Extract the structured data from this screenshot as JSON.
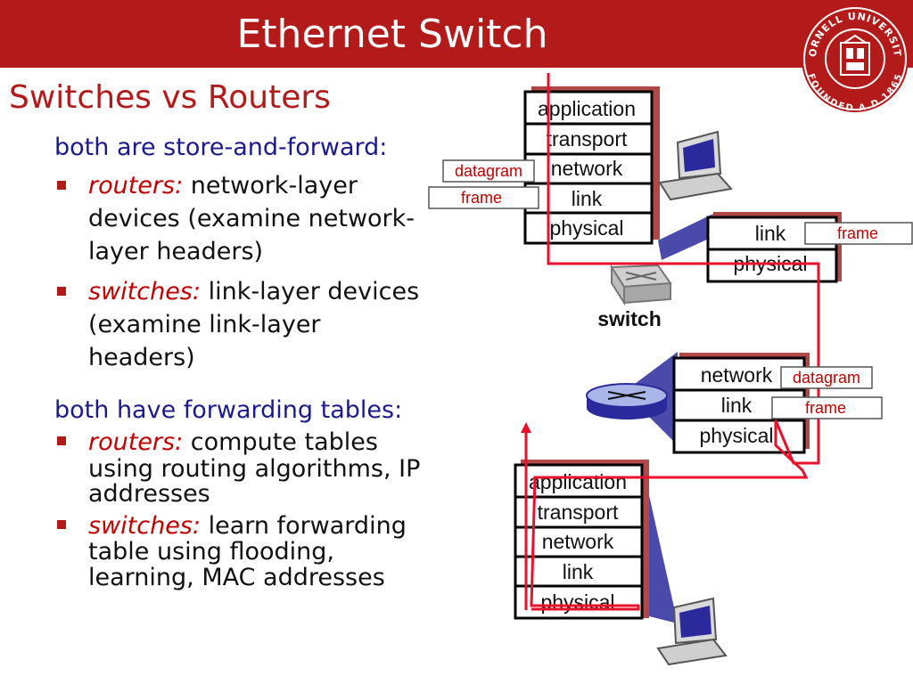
{
  "header": {
    "title": "Ethernet Switch",
    "subtitle": "Switches vs Routers"
  },
  "logo": {
    "text_top": "CORNELL UNIVERSITY",
    "text_bottom": "FOUNDED A.D.1865"
  },
  "section1": {
    "heading": "both are store-and-forward:",
    "bullets": [
      {
        "term": "routers:",
        "lines": [
          "network-layer",
          "devices (examine network-",
          "layer headers)"
        ]
      },
      {
        "term": "switches:",
        "lines": [
          "link-layer devices",
          "(examine link-layer",
          "headers)"
        ]
      }
    ]
  },
  "section2": {
    "heading": "both have forwarding tables:",
    "bullets": [
      {
        "term": "routers:",
        "lines": [
          "compute tables",
          "using routing algorithms, IP",
          "addresses"
        ]
      },
      {
        "term": "switches:",
        "lines": [
          "learn forwarding",
          "table using flooding,",
          "learning, MAC addresses"
        ]
      }
    ]
  },
  "diagram": {
    "top_host_stack": [
      "application",
      "transport",
      "network",
      "link",
      "physical"
    ],
    "switch_stack": [
      "link",
      "physical"
    ],
    "router_stack": [
      "network",
      "link",
      "physical"
    ],
    "bottom_host_stack": [
      "application",
      "transport",
      "network",
      "link",
      "physical"
    ],
    "switch_label": "switch",
    "tags": {
      "top_datagram": "datagram",
      "top_frame": "frame",
      "switch_frame": "frame",
      "router_datagram": "datagram",
      "router_frame": "frame"
    },
    "colors": {
      "path": "#e8102a",
      "accent": "#b31b1b",
      "shadow": "#b04848",
      "link_fill": "#2a2a9c"
    }
  }
}
